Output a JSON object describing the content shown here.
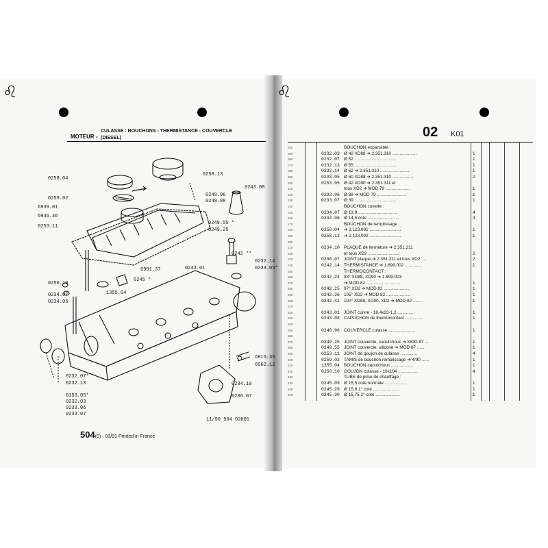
{
  "left_page": {
    "section": "MOTEUR -",
    "subtitle_line1": "CULASSE : BOUCHONS - THERMISTANCE - COUVERCLE",
    "subtitle_line2": "(DIESEL)",
    "callouts": [
      "0258.04",
      "0258.13",
      "0243.08",
      "0259.02",
      "0248.96",
      "0248.88",
      "6939.01",
      "6946.46",
      "0253.11",
      "0249.55 *",
      "0249.25",
      "0242 **",
      "0232.14",
      "0233.05*",
      "6981.37",
      "0243.01",
      "0245 *",
      "1355.04",
      "0250.10",
      "0234.07",
      "0234.06",
      "6915.36",
      "6962.12",
      "0232.07*",
      "0232.13",
      "0153.05*",
      "0232.03",
      "0233.06",
      "0233.07",
      "0234.10",
      "0236.07"
    ],
    "footer_code": "11/90  504  02K01",
    "footer_model": "504",
    "footer_note": "(0) - 03/91 Printed in France"
  },
  "right_page": {
    "section_code": "02",
    "section_sub": "K01",
    "rows": [
      {
        "ln": "040",
        "ref": "",
        "desc": "BOUCHON expansible :",
        "qty": ""
      },
      {
        "ln": "050",
        "ref": "0232.03",
        "desc": "Ø 42 XD88 ➔ 2.351.310 ....................",
        "qty": "1"
      },
      {
        "ln": "060",
        "ref": "0232.07",
        "desc": "Ø 52 ..................................",
        "qty": "1"
      },
      {
        "ln": "070",
        "ref": "0232.13",
        "desc": "Ø 55 ..................................",
        "qty": "1"
      },
      {
        "ln": "080",
        "ref": "0232.14",
        "desc": "Ø 62 ➔ 2.351.310 ........................",
        "qty": "1"
      },
      {
        "ln": "090",
        "ref": "0233.05",
        "desc": "Ø 60 XD88 ➔ 2.351.310 ..................",
        "qty": "2"
      },
      {
        "ln": "100",
        "ref": "0153.05",
        "desc": "Ø 42 XD90 ➔ 2.351.311 et",
        "qty": ""
      },
      {
        "ln": "110",
        "ref": "",
        "desc": "tous XD2 ➔ MOD 79 ....................",
        "qty": "1"
      },
      {
        "ln": "120",
        "ref": "0233.06",
        "desc": "Ø 38 ➔ MOD 79 ........................",
        "qty": "1"
      },
      {
        "ln": "130",
        "ref": "0233.07",
        "desc": "Ø 39 ..................................",
        "qty": "1"
      },
      {
        "ln": "140",
        "ref": "",
        "desc": "BOUCHON cuvette :",
        "qty": ""
      },
      {
        "ln": "150",
        "ref": "0234.07",
        "desc": "Ø 13,9 ................................",
        "qty": "4"
      },
      {
        "ln": "160",
        "ref": "0234.06",
        "desc": "Ø 14,5 cote ..........................",
        "qty": "4"
      },
      {
        "ln": "170",
        "ref": "",
        "desc": "BOUCHON de remplissage :",
        "qty": ""
      },
      {
        "ln": "180",
        "ref": "0258.04",
        "desc": "➔ 2.123.091 ..........................",
        "qty": "1"
      },
      {
        "ln": "190",
        "ref": "0258.13",
        "desc": "➔ 2.123.092 ..........................",
        "qty": "1"
      },
      {
        "ln": "200",
        "ref": "",
        "desc": "",
        "qty": ""
      },
      {
        "ln": "210",
        "ref": "0234.10",
        "desc": "PLAQUE de fermeture ➔ 2.351.311",
        "qty": ""
      },
      {
        "ln": "220",
        "ref": "",
        "desc": "et tous XD2 ..........................",
        "qty": "2"
      },
      {
        "ln": "230",
        "ref": "0236.07",
        "desc": "JOINT plaque ➔ 2.351.311 et tous XD2 ....",
        "qty": "2"
      },
      {
        "ln": "240",
        "ref": "0242.14",
        "desc": "THERMISTANCE ➔ 1.699.002 ..............",
        "qty": "1"
      },
      {
        "ln": "250",
        "ref": "",
        "desc": "THERMOCONTACT :",
        "qty": ""
      },
      {
        "ln": "260",
        "ref": "0242.24",
        "desc": "93° XD88, XD90 ➔ 1.699.003",
        "qty": ""
      },
      {
        "ln": "270",
        "ref": "",
        "desc": "➔ MOD 82 ............................",
        "qty": "1"
      },
      {
        "ln": "280",
        "ref": "0242.25",
        "desc": "97° XD2 ➔ MOD 82 ......................",
        "qty": "1"
      },
      {
        "ln": "290",
        "ref": "0242.36",
        "desc": "105° XD2 ➔ MOD 82 ....................",
        "qty": "1"
      },
      {
        "ln": "300",
        "ref": "0242.41",
        "desc": "100° XD88, XD90, XD2 ➔ MOD 82 ........",
        "qty": "1"
      },
      {
        "ln": "310",
        "ref": "",
        "desc": "",
        "qty": ""
      },
      {
        "ln": "320",
        "ref": "0243.01",
        "desc": "JOINT cuivre - 18,4x23-1,2 ..............",
        "qty": "1"
      },
      {
        "ln": "330",
        "ref": "0243.08",
        "desc": "CAPUCHON de thermocontact ...............",
        "qty": "1"
      },
      {
        "ln": "340",
        "ref": "",
        "desc": "",
        "qty": ""
      },
      {
        "ln": "350",
        "ref": "0248.96",
        "desc": "COUVERCLE culasse ......................",
        "qty": "1"
      },
      {
        "ln": "360",
        "ref": "",
        "desc": "",
        "qty": ""
      },
      {
        "ln": "370",
        "ref": "0249.25",
        "desc": "JOINT couvercle, caoutchouc ➔ MOD 87 ....",
        "qty": "1"
      },
      {
        "ln": "380",
        "ref": "0249.55",
        "desc": "JOINT couvercle, silicone ➔ MOD 87 ......",
        "qty": "1"
      },
      {
        "ln": "390",
        "ref": "0253.11",
        "desc": "JOINT de goujon de culasse ..............",
        "qty": "4"
      },
      {
        "ln": "400",
        "ref": "0259.02",
        "desc": "TAMIS de bouchon remplissage ➔ 4/90 ......",
        "qty": "1"
      },
      {
        "ln": "410",
        "ref": "1355.04",
        "desc": "BOUCHON caoutchouc ..................",
        "qty": "1"
      },
      {
        "ln": "420",
        "ref": "0250.10",
        "desc": "GOUJON culasse - 10x104 ................",
        "qty": "4"
      },
      {
        "ln": "430",
        "ref": "",
        "desc": "TUBE de prise de chauffage :",
        "qty": ""
      },
      {
        "ln": "440",
        "ref": "0245.09",
        "desc": "Ø 15,5 cote normale ..................",
        "qty": "1"
      },
      {
        "ln": "450",
        "ref": "0245.29",
        "desc": "Ø 15,6 1° cote ......................",
        "qty": "1"
      },
      {
        "ln": "460",
        "ref": "0245.30",
        "desc": "Ø 15,75 2° cote ....................",
        "qty": "1"
      }
    ]
  }
}
